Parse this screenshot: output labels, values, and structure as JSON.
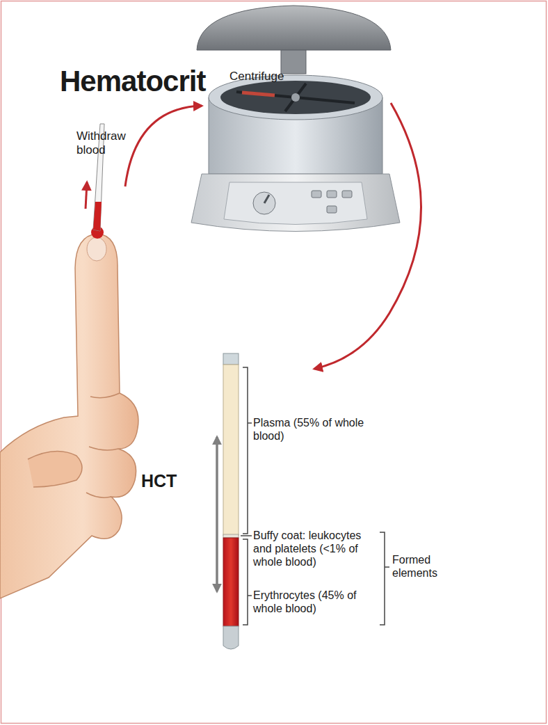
{
  "diagram": {
    "title": "Hematocrit",
    "labels": [
      "Centrifuge",
      "Withdraw blood",
      "Plasma (55% of whole blood)",
      "Buffy coat: leukocytes and platelets (<1% of whole blood)",
      "Erythrocytes (45% of whole blood)",
      "Formed elements",
      "HCT"
    ]
  }
}
